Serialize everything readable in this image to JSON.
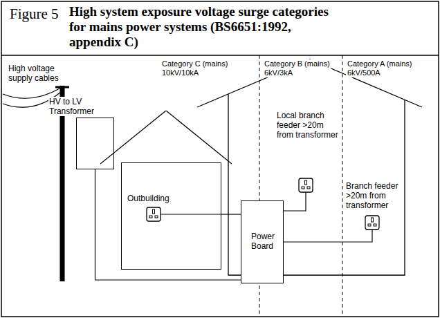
{
  "diagram": {
    "title": "High system exposure voltage surge categories for mains power systems (BS6651:1992, appendix C)",
    "nodes": [
      {
        "text": [
          "HV to LV Transformer"
        ]
      },
      {
        "text": [
          "Outbuilding"
        ]
      },
      {
        "text": [
          "Power Board"
        ]
      }
    ],
    "edges": [
      {
        "from": 0,
        "to": 2,
        "arrow": "none"
      },
      {
        "from": 1,
        "to": 2,
        "arrow": "none"
      }
    ],
    "labels": [
      "Figure 5",
      "High voltage supply cables",
      "Category C (mains)",
      "10kV/10kA",
      "Category B (mains)",
      "6kV/3kA",
      "Category A (mains)",
      "6kV/500A",
      "Local branch feeder >20m from transformer",
      "Branch feeder >20m from transformer"
    ]
  }
}
